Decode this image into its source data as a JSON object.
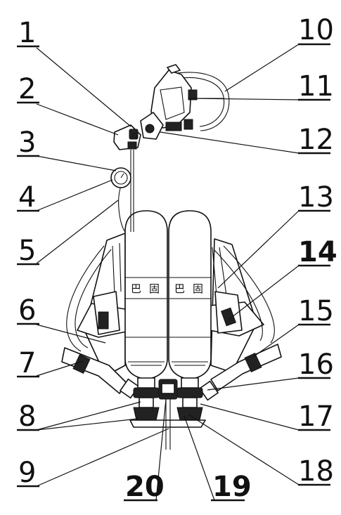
{
  "callouts": [
    {
      "id": 1,
      "text": "1"
    },
    {
      "id": 2,
      "text": "2"
    },
    {
      "id": 3,
      "text": "3"
    },
    {
      "id": 4,
      "text": "4"
    },
    {
      "id": 5,
      "text": "5"
    },
    {
      "id": 6,
      "text": "6"
    },
    {
      "id": 7,
      "text": "7"
    },
    {
      "id": 8,
      "text": "8"
    },
    {
      "id": 9,
      "text": "9"
    },
    {
      "id": 10,
      "text": "10"
    },
    {
      "id": 11,
      "text": "11"
    },
    {
      "id": 12,
      "text": "12"
    },
    {
      "id": 13,
      "text": "13"
    },
    {
      "id": 14,
      "text": "14"
    },
    {
      "id": 15,
      "text": "15"
    },
    {
      "id": 16,
      "text": "16"
    },
    {
      "id": 17,
      "text": "17"
    },
    {
      "id": 18,
      "text": "18"
    },
    {
      "id": 19,
      "text": "19"
    },
    {
      "id": 20,
      "text": "20"
    }
  ],
  "cylinder_labels": {
    "left": [
      "巴",
      "固"
    ],
    "right": [
      "巴",
      "固"
    ]
  }
}
